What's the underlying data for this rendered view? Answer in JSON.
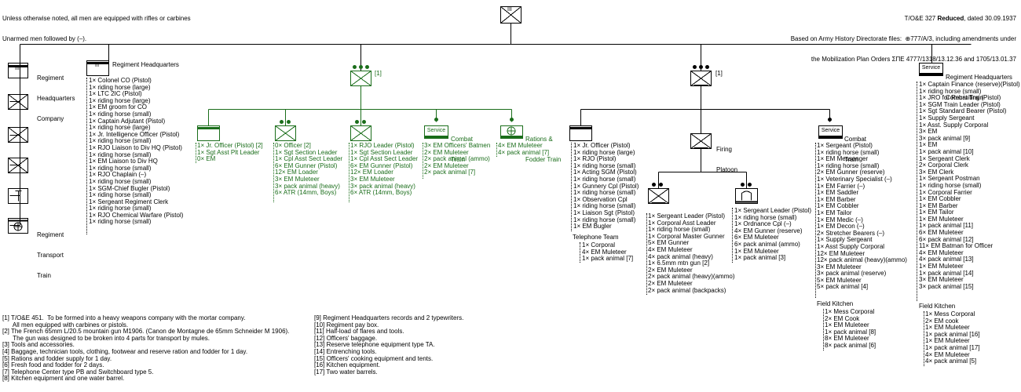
{
  "top_left": [
    "Unless otherwise noted, all men are equipped with rifles or carbines",
    "Unarmed men followed by (–)."
  ],
  "top_right": {
    "line1_a": "T/O&E 327 ",
    "line1_b": "Reduced",
    "line1_c": ", dated 30.09.1937",
    "line2": "Based on Army History Directorate files:  ⊕777/A/3, including amendments under",
    "line3": "the Mobilization Plan Orders ΣΠΕ 4777/1318/13.12.36 and 1705/13.01.37"
  },
  "hq_company": {
    "label": [
      "Regiment",
      "Headquarters",
      "Company"
    ],
    "symbol": "III"
  },
  "transport_train": {
    "label": [
      "Regiment",
      "Transport",
      "Train"
    ]
  },
  "regiment_hq": {
    "title": "Regiment Headquarters",
    "items": [
      "1× Colonel CO (Pistol)",
      "1× riding horse (large)",
      "1× LTC 2IC (Pistol)",
      "1× riding horse (large)",
      "1× EM groom for CO",
      "1× riding horse (small)",
      "1× Captain Adjutant (Pistol)",
      "1× riding horse (large)",
      "1× Jr. Intelligence Officer (Pistol)",
      "1× riding horse (small)",
      "1× RJO Liaison to Div HQ (Pistol)",
      "1× riding horse (small)",
      "1× EM Liaison to Div HQ",
      "1× riding horse (small)",
      "1× RJO Chaplain (–)",
      "1× riding horse (small)",
      "1× SGM-Chief Bugler (Pistol)",
      "1× riding horse (small)",
      "1× Sergeant Regiment Clerk",
      "1× riding horse (small)",
      "1× RJO Chemical Warfare (Pistol)",
      "1× riding horse (small)"
    ]
  },
  "mortar_company": {
    "note": "[1]"
  },
  "green_hq": {
    "items": [
      "1× Jr. Officer (Pistol) [2]",
      "1× Sgt Asst Plt Leader",
      "0× EM"
    ]
  },
  "green_plt1": {
    "items": [
      "0× Officer [2]",
      "1× Sgt Section Leader",
      "1× Cpl Asst Sect Leader",
      "6× EM Gunner (Pistol)",
      "12× EM Loader",
      "3× EM Muleteer",
      "3× pack animal (heavy)",
      "6× ATR (14mm, Boys)"
    ]
  },
  "green_plt2": {
    "items": [
      "1× RJO Leader (Pistol)",
      "1× Sgt Section Leader",
      "1× Cpl Asst Sect Leader",
      "6× EM Gunner (Pistol)",
      "12× EM Loader",
      "3× EM Muleteer",
      "3× pack animal (heavy)",
      "6× ATR (14mm, Boys)"
    ]
  },
  "green_combat_train": {
    "title": [
      "Combat",
      "Train"
    ],
    "service": "Service",
    "items": [
      "3× EM Officers' Batmen",
      "2× EM Muleteer",
      "2× pack animal (ammo)",
      "2× EM Muleteer",
      "2× pack animal [7]"
    ]
  },
  "green_rations": {
    "title": [
      "Rations &",
      "Fodder Train"
    ],
    "items": [
      "4× EM Muleteer",
      "4× pack animal [7]"
    ]
  },
  "hw_company": {
    "note": "[1]"
  },
  "hw_hq": {
    "items": [
      "1× Jr. Officer (Pistol)",
      "1× riding horse (large)",
      "1× RJO (Pistol)",
      "1× riding horse (small)",
      "1× Acting SGM (Pistol)",
      "1× riding horse (small)",
      "1× Gunnery Cpl (Pistol)",
      "1× riding horse (small)",
      "1× Observation Cpl",
      "1× riding horse (small)",
      "1× Liaison Sgt (Pistol)",
      "1× riding horse (small)",
      "1× EM Bugler"
    ],
    "tel_title": "Telephone Team",
    "tel_items": [
      "1× Corporal",
      "4× EM Muleteer",
      "1× pack animal [7]"
    ]
  },
  "firing_platoon": {
    "title": [
      "Firing",
      "Platoon"
    ]
  },
  "fp_sec1": {
    "items": [
      "1× Sergeant Leader (Pistol)",
      "1× Corporal Asst Leader",
      "1× riding horse (small)",
      "1× Corporal Master Gunner",
      "5× EM Gunner",
      "4× EM Muleteer",
      "4× pack animal (heavy)",
      "1× 6.5mm mtn gun [2]",
      "2× EM Muleteer",
      "2× pack animal (heavy)(ammo)",
      "2× EM Muleteer",
      "2× pack animal (backpacks)"
    ]
  },
  "fp_sec2": {
    "items": [
      "1× Sergeant Leader (Pistol)",
      "1× riding horse (small)",
      "1× Ordnance Cpl (–)",
      "4× EM Gunner (reserve)",
      "6× EM Muleteer",
      "6× pack animal (ammo)",
      "1× EM Muleteer",
      "1× pack animal [3]"
    ]
  },
  "hw_combat_train": {
    "title": [
      "Combat",
      "Train"
    ],
    "service": "Service",
    "items": [
      "1× Sergeant (Pistol)",
      "1× riding horse (small)",
      "1× EM Messenger",
      "1× riding horse (small)",
      "2× EM Gunner (reserve)",
      "1× Veterinary Specialist (–)",
      "1× EM Farrier (–)",
      "1× EM Saddler",
      "1× EM Barber",
      "1× EM Cobbler",
      "1× EM Tailor",
      "1× EM Medic (–)",
      "1× EM Decon (–)",
      "2× Stretcher Bearers (–)",
      "1× Supply Sergeant",
      "1× Asst Supply Corporal",
      "12× EM Muleteer",
      "12× pack animal (heavy)(ammo)",
      "3× EM Muleteer",
      "3× pack animal (reserve)",
      "5× EM Muleteer",
      "5× pack animal [4]"
    ],
    "fk_title": "Field Kitchen",
    "fk_items": [
      "1× Mess Corporal",
      "2× EM Cook",
      "1× EM Muleteer",
      "1× pack animal [8]",
      "8× EM Muleteer",
      "8× pack animal [6]"
    ]
  },
  "rhq_combat_train": {
    "title": [
      "Regiment Headquarters",
      "Combat Train"
    ],
    "service": "Service",
    "items": [
      "1× Captain Finance (reserve)(Pistol)",
      "1× riding horse (small)",
      "1× JRO for Recruiting (Pistol)",
      "1× SGM Train Leader (Pistol)",
      "1× Sgt Standard Bearer (Pistol)",
      "1× Supply Sergeant",
      "1× Asst. Supply Corporal",
      "3× EM",
      "3× pack animal [9]",
      "1× EM",
      "1× pack animal [10]",
      "1× Sergeant Clerk",
      "2× Corporal Clerk",
      "3× EM Clerk",
      "1× Sergeant Postman",
      "1× riding horse (small)",
      "1× Corporal Farrier",
      "1× EM Cobbler",
      "1× EM Barber",
      "1× EM Tailor",
      "1× EM Muleteer",
      "1× pack animal [11]",
      "6× EM Muleteer",
      "6× pack animal [12]",
      "11× EM Batman for Officer",
      "4× EM Muleteer",
      "4× pack animal [13]",
      "1× EM Muleteer",
      "1× pack animal [14]",
      "3× EM Muleteer",
      "3× pack animal [15]"
    ],
    "fk_title": "Field Kitchen",
    "fk_items": [
      "1× Mess Corporal",
      "2× EM cook",
      "1× EM Muleteer",
      "1× pack animal [16]",
      "1× EM Muleteer",
      "1× pack animal [17]",
      "4× EM Muleteer",
      "4× pack animal [5]"
    ]
  },
  "notes_left": [
    "[1] T/O&E 451.  To be formed into a heavy weapons company with the mortar company.",
    "      All men equipped with carbines or pistols.",
    "[2] The French 65mm L/20.5 mountain gun M1906. (Canon de Montagne de 65mm Schneider M 1906).",
    "      The gun was designed to be broken into 4 parts for transport by mules.",
    "[3] Tools and accessories.",
    "[4] Baggage, technician tools, clothing, footwear and reserve ration and fodder for 1 day.",
    "[5] Rations and fodder supply for 1 day.",
    "[6] Fresh food and fodder for 2 days.",
    "[7] Telephone Center type PB and Switchboard type 5.",
    "[8] Kitchen equipment and one water barrel."
  ],
  "notes_right": [
    "[9] Regiment Headquarters records and 2 typewriters.",
    "[10] Regiment pay box.",
    "[11] Half-load of flares and tools.",
    "[12] Officers' baggage.",
    "[13] Reserve telephone equipment type TA.",
    "[14] Entrenching tools.",
    "[15] Officers' cooking equipment and tents.",
    "[16] Kitchen equipment.",
    "[17] Two water barrels."
  ],
  "colors": {
    "green": "#1a6d1a",
    "black": "#000000"
  }
}
